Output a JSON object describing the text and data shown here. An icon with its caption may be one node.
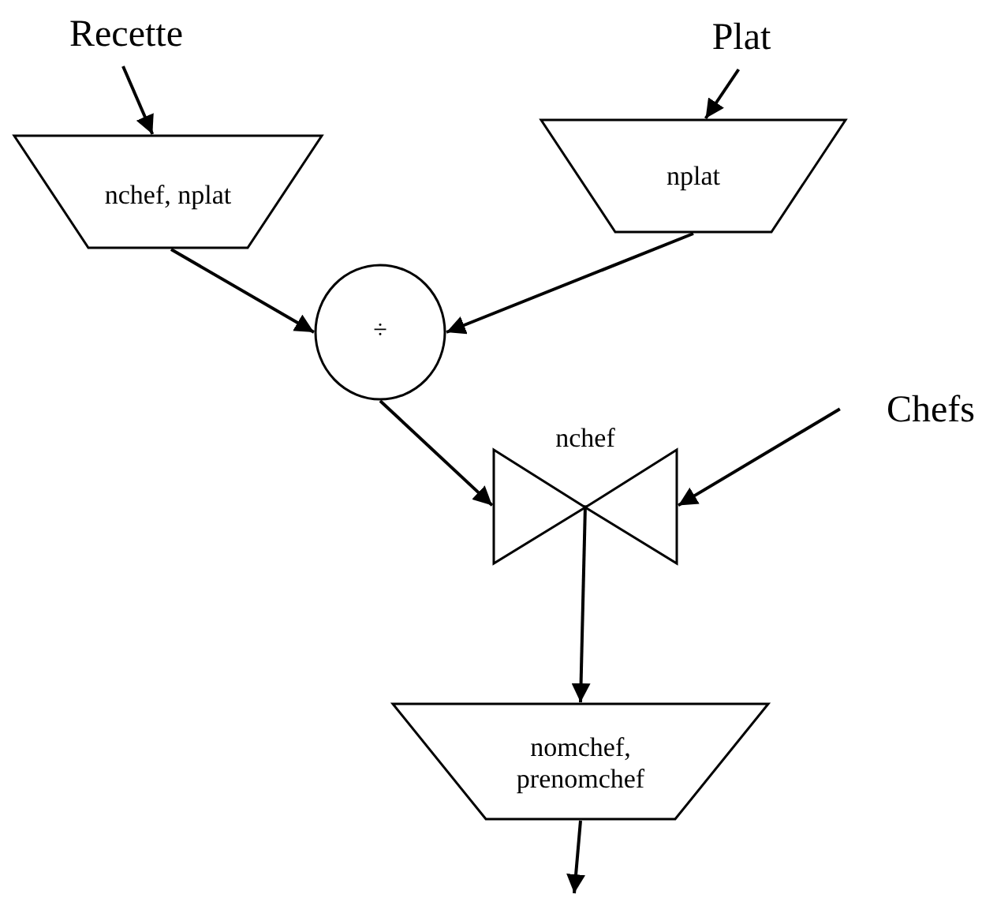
{
  "diagram": {
    "nodes": [
      {
        "text": [
          "Recette"
        ]
      },
      {
        "text": [
          "Plat"
        ]
      },
      {
        "text": [
          "nchef, nplat"
        ]
      },
      {
        "text": [
          "nplat"
        ]
      },
      {
        "text": [
          "÷"
        ]
      },
      {
        "text": [
          "Chefs"
        ]
      },
      {
        "text": [
          "nchef"
        ]
      },
      {
        "text": [
          "nomchef, prenomchef"
        ]
      }
    ],
    "edges": [
      {
        "from": 0,
        "to": 2,
        "arrow": "to"
      },
      {
        "from": 1,
        "to": 3,
        "arrow": "to"
      },
      {
        "from": 2,
        "to": 4,
        "arrow": "to"
      },
      {
        "from": 3,
        "to": 4,
        "arrow": "to"
      },
      {
        "from": 4,
        "to": 6,
        "arrow": "to"
      },
      {
        "from": 5,
        "to": 6,
        "arrow": "to"
      },
      {
        "from": 6,
        "to": 7,
        "arrow": "to"
      },
      {
        "from": 7,
        "to": null,
        "arrow": "to"
      }
    ]
  }
}
